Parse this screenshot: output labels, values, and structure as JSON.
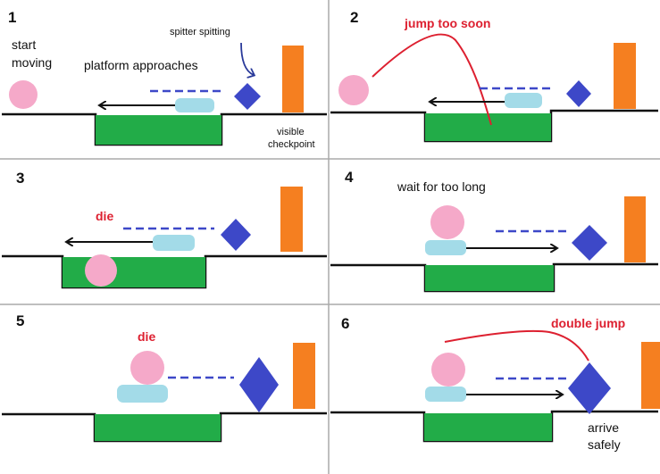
{
  "colors": {
    "pink": "#f5a9c9",
    "platform": "#a3dbe8",
    "pit": "#22ac48",
    "spitter": "#3d48c8",
    "checkpoint": "#f57f20",
    "annotation": "#dd2030",
    "ground": "#111111",
    "hint_arrow": "#2a3a9a"
  },
  "icons": {
    "player": "pink-circle",
    "moving_platform": "light-blue-rounded-rect",
    "spitter": "blue-diamond",
    "checkpoint": "orange-pillar"
  },
  "panels": [
    {
      "number": "1",
      "labels": {
        "start_moving_1": "start",
        "start_moving_2": "moving",
        "platform_approaches": "platform approaches",
        "spitter_spitting": "spitter spitting",
        "checkpoint_1": "visible",
        "checkpoint_2": "checkpoint"
      }
    },
    {
      "number": "2",
      "labels": {
        "jump_too_soon": "jump too soon"
      }
    },
    {
      "number": "3",
      "labels": {
        "die": "die"
      }
    },
    {
      "number": "4",
      "labels": {
        "wait_too_long": "wait for too long"
      }
    },
    {
      "number": "5",
      "labels": {
        "die": "die"
      }
    },
    {
      "number": "6",
      "labels": {
        "double_jump": "double jump",
        "arrive_1": "arrive",
        "arrive_2": "safely"
      }
    }
  ]
}
